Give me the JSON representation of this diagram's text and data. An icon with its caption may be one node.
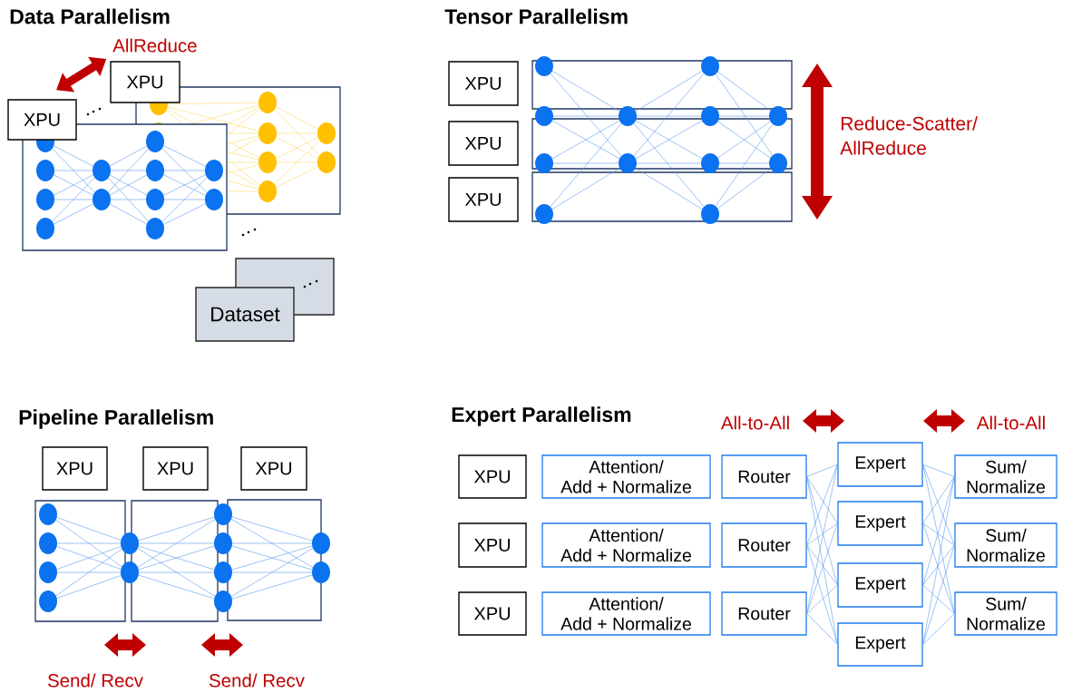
{
  "diagram": {
    "nodes": [
      {
        "text": [
          "XPU"
        ]
      },
      {
        "text": [
          "XPU"
        ]
      },
      {
        "text": [
          "Dataset"
        ]
      },
      {
        "text": [
          "XPU"
        ]
      },
      {
        "text": [
          "XPU"
        ]
      },
      {
        "text": [
          "XPU"
        ]
      },
      {
        "text": [
          "XPU"
        ]
      },
      {
        "text": [
          "XPU"
        ]
      },
      {
        "text": [
          "XPU"
        ]
      },
      {
        "text": [
          "XPU"
        ]
      },
      {
        "text": [
          "XPU"
        ]
      },
      {
        "text": [
          "XPU"
        ]
      },
      {
        "text": [
          "Attention/ Add + Normalize"
        ]
      },
      {
        "text": [
          "Attention/ Add + Normalize"
        ]
      },
      {
        "text": [
          "Attention/ Add + Normalize"
        ]
      },
      {
        "text": [
          "Router"
        ]
      },
      {
        "text": [
          "Router"
        ]
      },
      {
        "text": [
          "Router"
        ]
      },
      {
        "text": [
          "Expert"
        ]
      },
      {
        "text": [
          "Expert"
        ]
      },
      {
        "text": [
          "Expert"
        ]
      },
      {
        "text": [
          "Expert"
        ]
      },
      {
        "text": [
          "Sum/ Normalize"
        ]
      },
      {
        "text": [
          "Sum/ Normalize"
        ]
      },
      {
        "text": [
          "Sum/ Normalize"
        ]
      },
      {
        "text": [],
        "shape": "box"
      }
    ],
    "edges": [
      {
        "from": 15,
        "to": 18,
        "arrow": "none"
      },
      {
        "from": 15,
        "to": 19,
        "arrow": "none"
      },
      {
        "from": 15,
        "to": 20,
        "arrow": "none"
      },
      {
        "from": 15,
        "to": 21,
        "arrow": "none"
      },
      {
        "from": 16,
        "to": 18,
        "arrow": "none"
      },
      {
        "from": 16,
        "to": 19,
        "arrow": "none"
      },
      {
        "from": 16,
        "to": 20,
        "arrow": "none"
      },
      {
        "from": 16,
        "to": 21,
        "arrow": "none"
      },
      {
        "from": 17,
        "to": 18,
        "arrow": "none"
      },
      {
        "from": 17,
        "to": 19,
        "arrow": "none"
      },
      {
        "from": 17,
        "to": 20,
        "arrow": "none"
      },
      {
        "from": 17,
        "to": 21,
        "arrow": "none"
      },
      {
        "from": 18,
        "to": 22,
        "arrow": "none"
      },
      {
        "from": 18,
        "to": 23,
        "arrow": "none"
      },
      {
        "from": 18,
        "to": 24,
        "arrow": "none"
      },
      {
        "from": 19,
        "to": 22,
        "arrow": "none"
      },
      {
        "from": 19,
        "to": 23,
        "arrow": "none"
      },
      {
        "from": 19,
        "to": 24,
        "arrow": "none"
      },
      {
        "from": 20,
        "to": 22,
        "arrow": "none"
      },
      {
        "from": 20,
        "to": 23,
        "arrow": "none"
      },
      {
        "from": 20,
        "to": 24,
        "arrow": "none"
      },
      {
        "from": 21,
        "to": 22,
        "arrow": "none"
      },
      {
        "from": 21,
        "to": 23,
        "arrow": "none"
      },
      {
        "from": 21,
        "to": 24,
        "arrow": "none"
      },
      {
        "from": 0,
        "to": 1,
        "arrow": "both",
        "label": "AllReduce",
        "style": "thick",
        "color": "#c00000"
      }
    ],
    "labels": [
      "Data Parallelism",
      "Tensor Parallelism",
      "Reduce-Scatter/ AllReduce",
      "Pipeline Parallelism",
      "Send/ Recv",
      "Send/ Recv",
      "Expert Parallelism",
      "All-to-All",
      "All-to-All"
    ]
  }
}
